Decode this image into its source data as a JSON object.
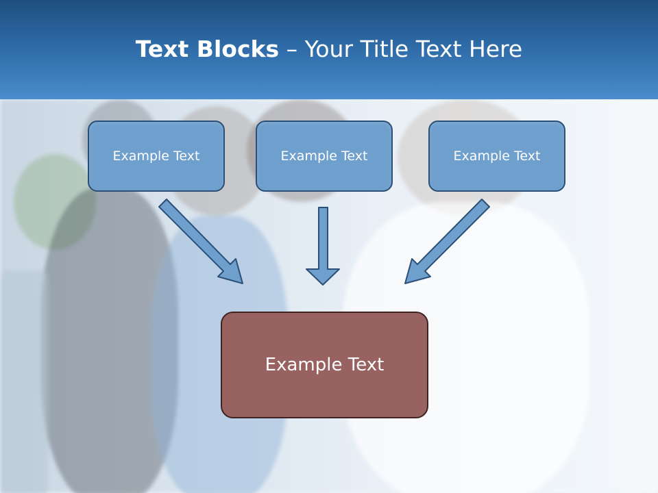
{
  "title": {
    "bold": "Text Blocks",
    "dash": " – ",
    "rest": "Your Title Text Here"
  },
  "blocks": {
    "left": "Example Text",
    "middle": "Example Text",
    "right": "Example Text",
    "bottom": "Example Text"
  },
  "colors": {
    "header": "#2d6aa6",
    "top_box_fill": "#6e9fcd",
    "top_box_border": "#2b4f77",
    "bottom_box_fill": "#976260",
    "bottom_box_border": "#3f2322",
    "arrow_fill": "#6e9fcd",
    "arrow_stroke": "#2b4f77"
  },
  "icons": [
    "arrow-down-right-icon",
    "arrow-down-icon",
    "arrow-down-left-icon"
  ]
}
